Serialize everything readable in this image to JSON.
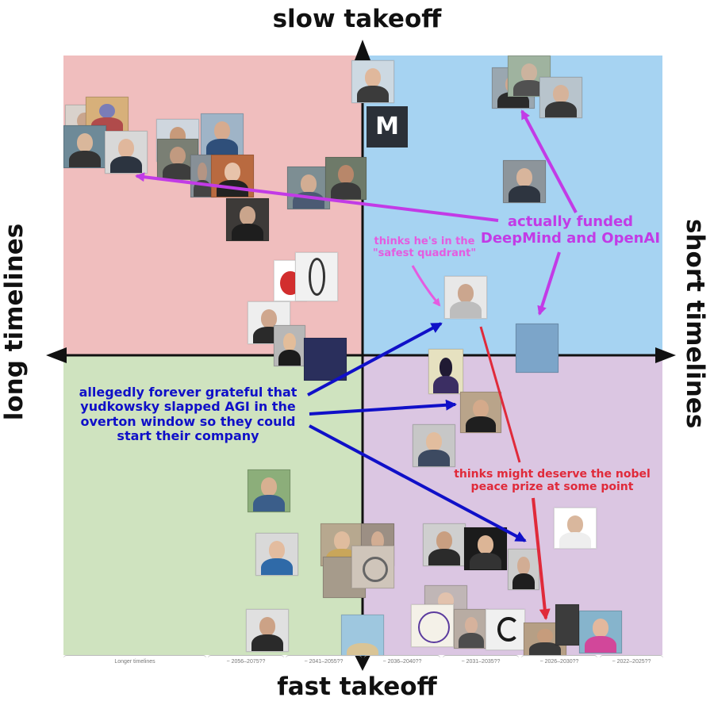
{
  "axes": {
    "top": "slow takeoff",
    "bottom": "fast takeoff",
    "left": "long timelines",
    "right": "short timelines"
  },
  "quadrant_colors": {
    "top_left": "#f0bebe",
    "top_right": "#a6d3f2",
    "bottom_left": "#cfe3bf",
    "bottom_right": "#dbc6e2"
  },
  "annotations": {
    "funded": {
      "line1": "actually funded",
      "line2": "DeepMind and OpenAI",
      "color": "#c23be6"
    },
    "safest": {
      "line1": "thinks he's in the",
      "line2": "\"safest quadrant\"",
      "color": "#e55be0"
    },
    "grateful": {
      "line1": "allegedly forever grateful that",
      "line2": "yudkowsky slapped AGI in the",
      "line3": "overton window so they could",
      "line4": "start their company",
      "color": "#1010c8"
    },
    "nobel": {
      "line1": "thinks might deserve the nobel",
      "line2": "peace prize at some point",
      "color": "#e02a3a"
    }
  },
  "logo_letter": "M",
  "timeline_scale": [
    "Longer timelines",
    "~ 2056–2075??",
    "~ 2041–2055??",
    "~ 2036–2040??",
    "~ 2031–2035??",
    "~ 2026–2030??",
    "~ 2022–2025??"
  ]
}
